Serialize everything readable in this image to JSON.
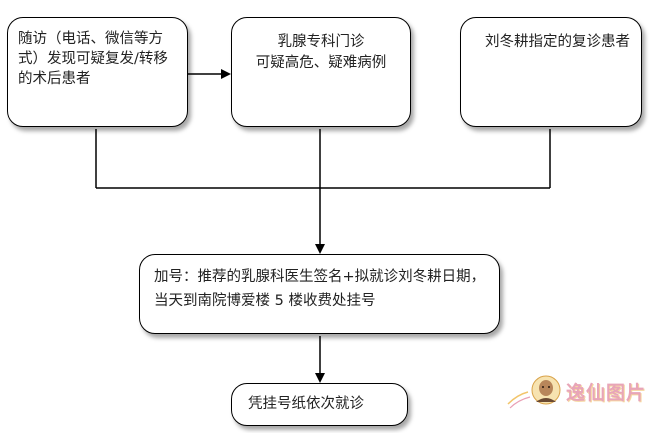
{
  "flowchart": {
    "box_a": "随访（电话、微信等方式）发现可疑复发/转移的术后患者",
    "box_b_line1": "乳腺专科门诊",
    "box_b_line2": "可疑高危、疑难病例",
    "box_c": "刘冬耕指定的复诊患者",
    "box_d": "加号：推荐的乳腺科医生签名+拟就诊刘冬耕日期，当天到南院博爱楼 5 楼收费处挂号",
    "box_e": "凭挂号纸依次就诊"
  },
  "watermark": {
    "text": "逸仙图片",
    "icon": "portrait-seal-icon"
  },
  "colors": {
    "line": "#000000",
    "box_border": "#000000",
    "watermark": "#e8a5b8"
  }
}
